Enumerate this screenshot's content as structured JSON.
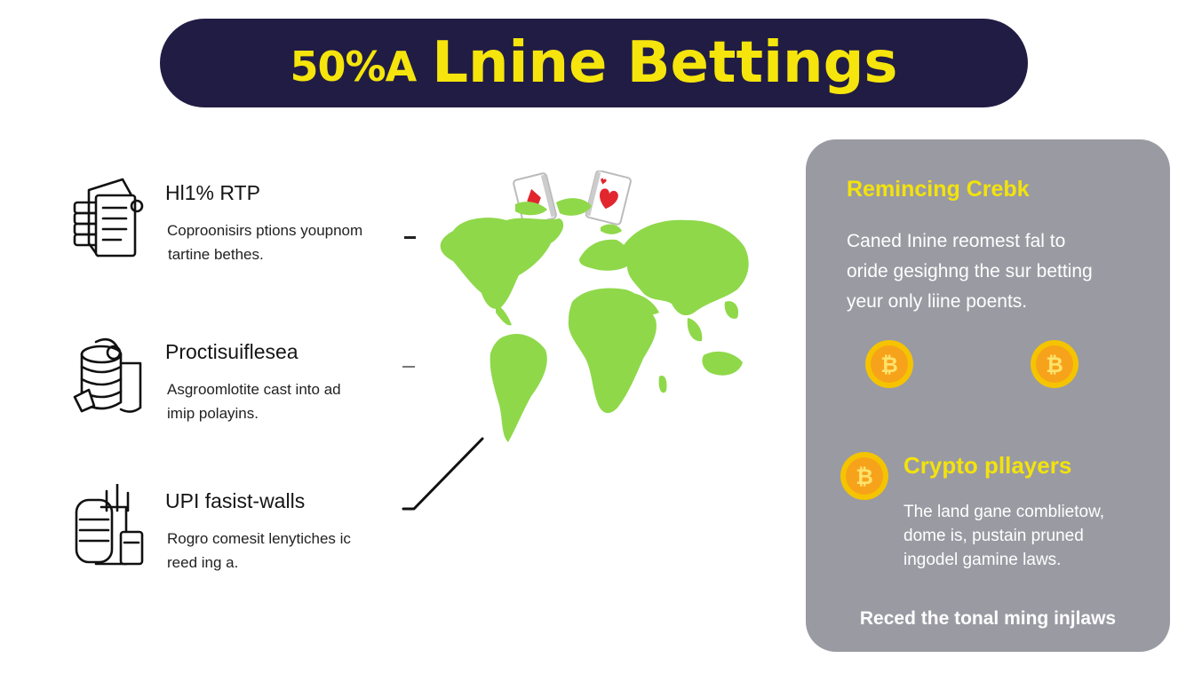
{
  "banner": {
    "prefix": "50%A",
    "title": "Lnine Bettings",
    "bg_color": "#211c44",
    "text_color": "#f5e50c"
  },
  "features": [
    {
      "title": "Hl1% RTP",
      "desc_line1": "Coproonisirs ptions youpnom",
      "desc_line2": "tartine bethes.",
      "icon": "document-stack-icon"
    },
    {
      "title": "Proctisuiflesea",
      "desc_line1": "Asgroomlotite cast into ad",
      "desc_line2": "imip polayins.",
      "icon": "coin-stack-icon"
    },
    {
      "title": "UPI fasist-walls",
      "desc_line1": "Rogro comesit lenytiches ic",
      "desc_line2": "reed ing a.",
      "icon": "server-database-icon"
    }
  ],
  "illustration": {
    "map_icon": "world-map-icon",
    "cards_icon": "playing-cards-icon",
    "map_color": "#8fd84a"
  },
  "panel": {
    "title": "Remincing Crebk",
    "text_line1": "Caned Inine reomest fal to",
    "text_line2": "oride gesighng the sur betting",
    "text_line3": "yeur only liine poents.",
    "coin_symbol": "₿",
    "crypto_title": "Crypto pllayers",
    "crypto_line1": "The land gane comblietow,",
    "crypto_line2": "dome is, pustain pruned",
    "crypto_line3": "ingodel gamine laws.",
    "footer": "Reced the tonal ming injlaws",
    "bg_color": "#9a9aa3",
    "accent_color": "#f3e30b"
  }
}
